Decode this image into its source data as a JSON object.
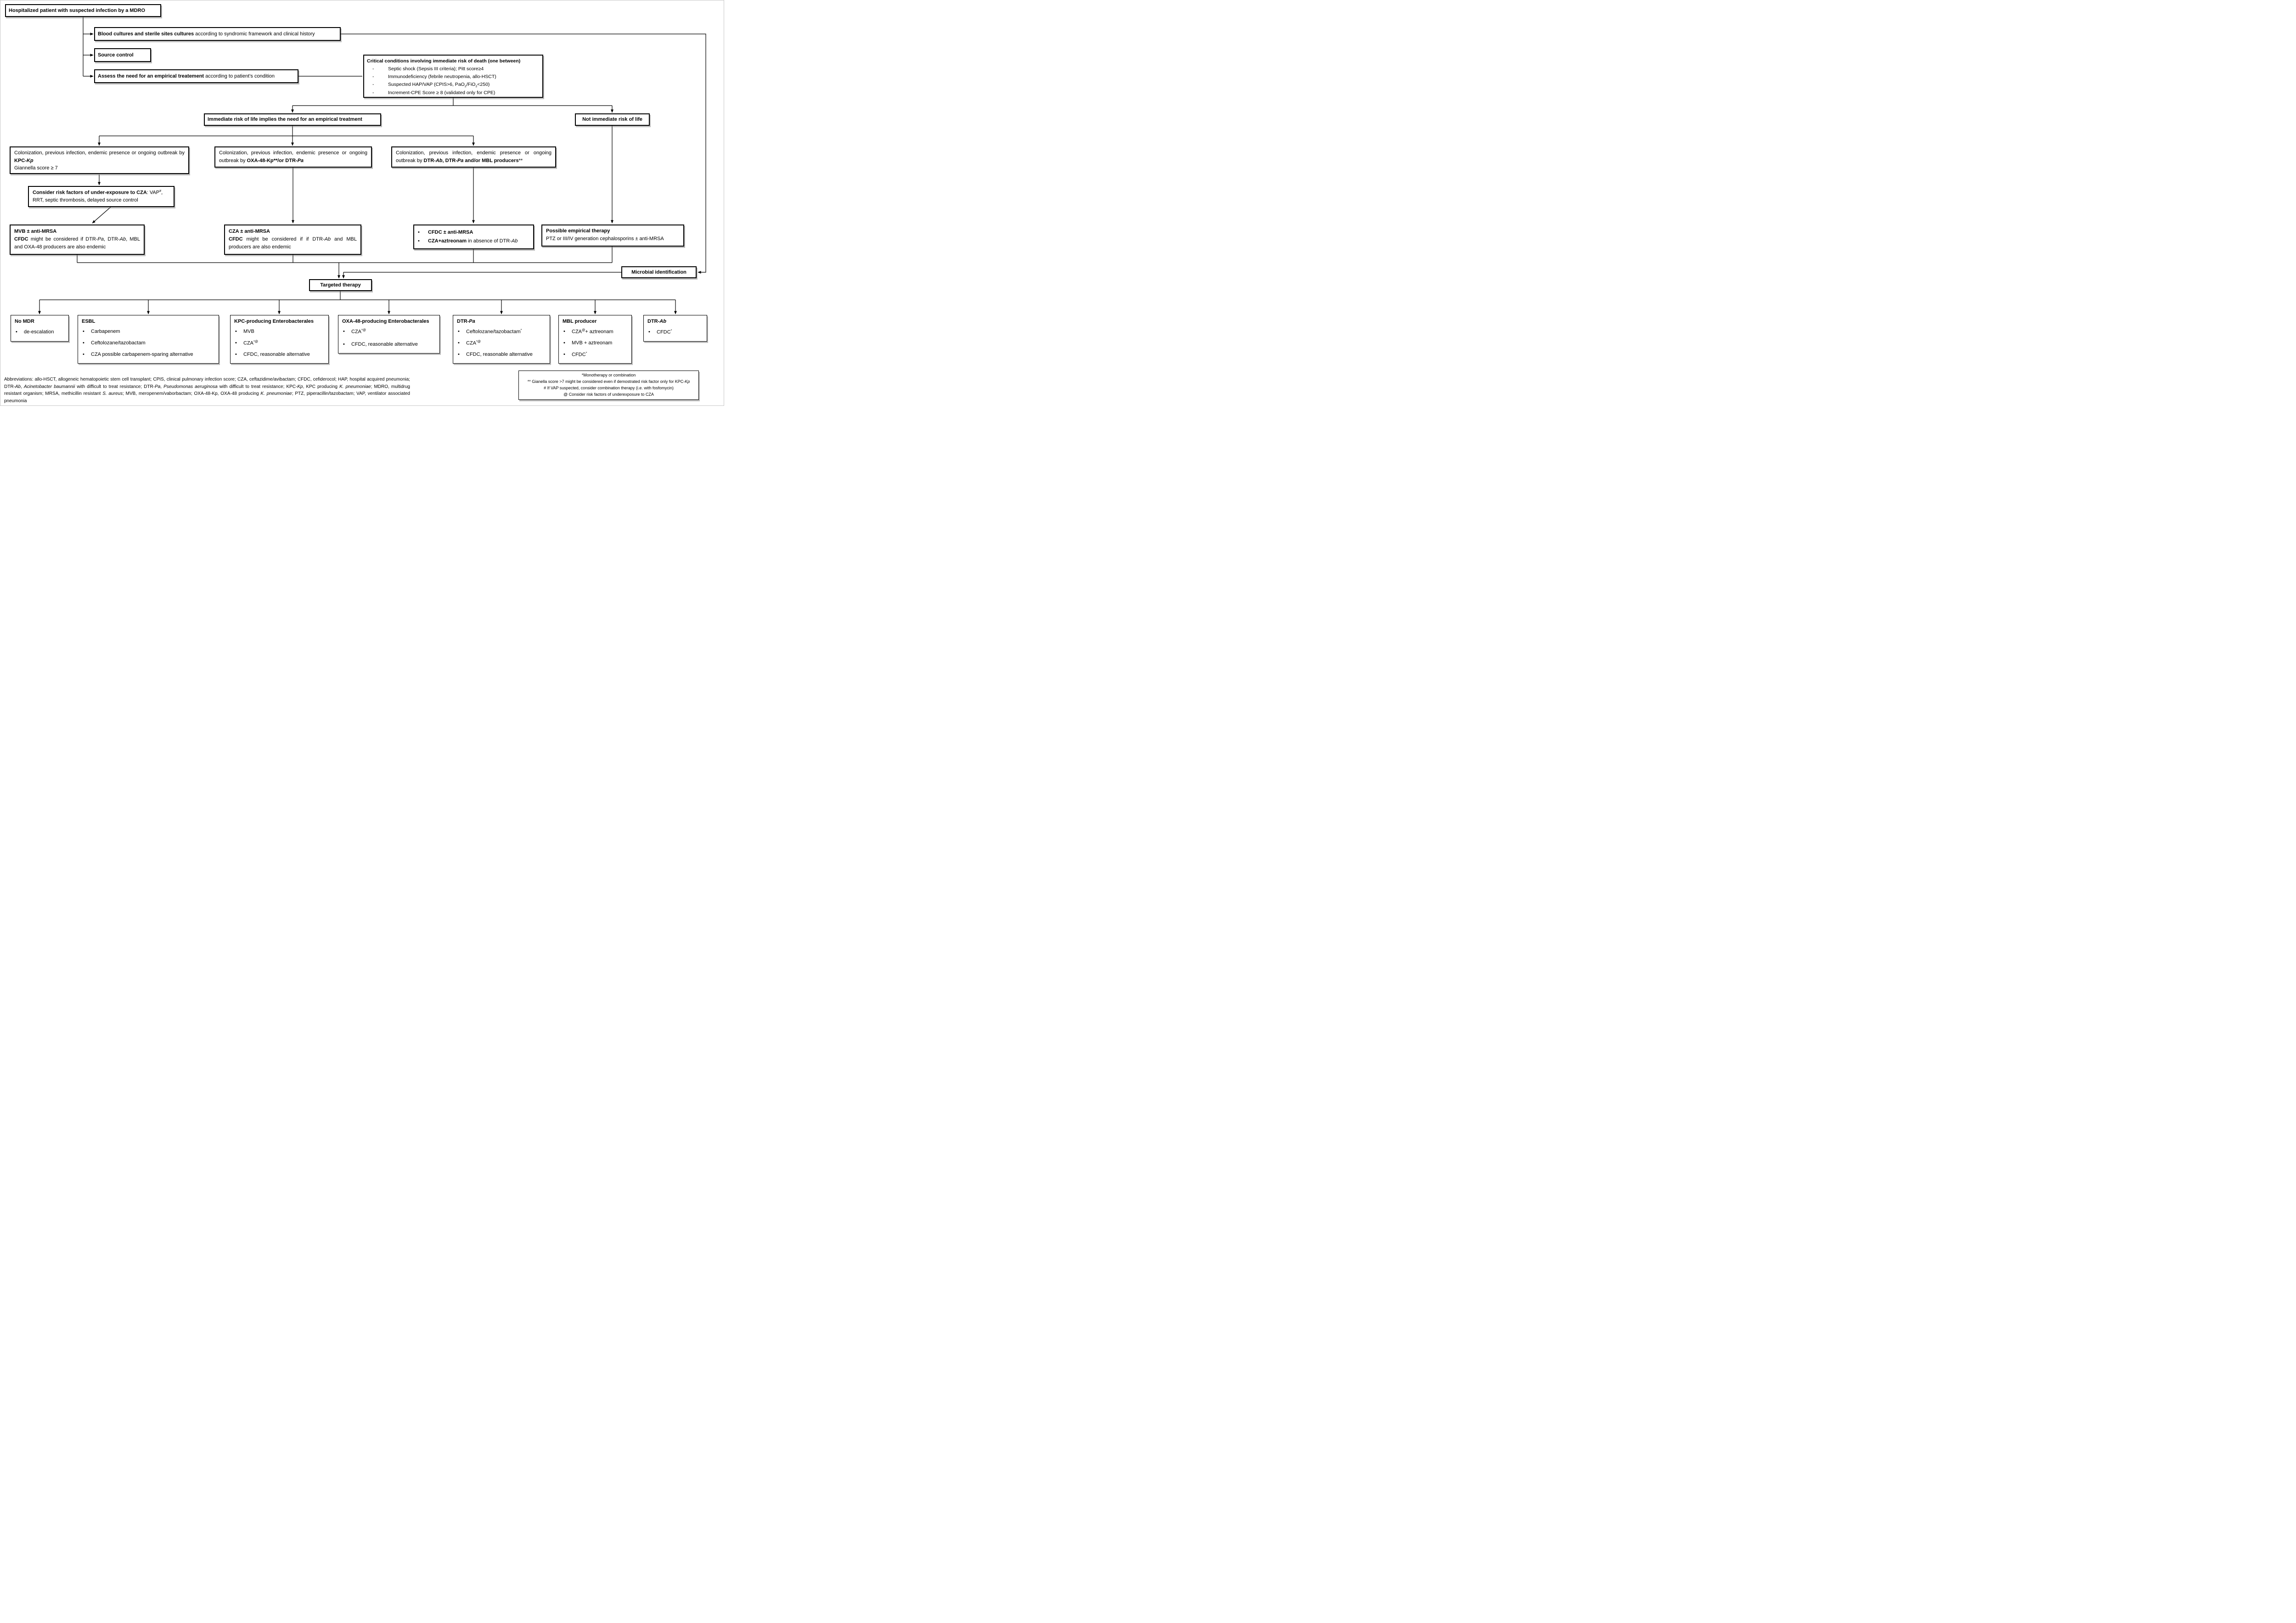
{
  "title": "MDRO empirical and targeted therapy flowchart",
  "colors": {
    "line": "#000000",
    "box_border": "#000000",
    "background": "#ffffff",
    "shadow": "#6e6e6e"
  },
  "nodes": {
    "hospitalized": {
      "text": [
        {
          "t": "Hospitalized patient with suspected infection by a MDRO",
          "b": 1
        }
      ]
    },
    "blood_cultures": {
      "text": [
        {
          "t": "Blood cultures and sterile sites cultures ",
          "b": 1
        },
        {
          "t": "according to syndromic framework and clinical history"
        }
      ]
    },
    "source_control": {
      "text": [
        {
          "t": "Source control",
          "b": 1
        }
      ]
    },
    "assess_need": {
      "text": [
        {
          "t": "Assess the need for an empirical treatement ",
          "b": 1
        },
        {
          "t": "according to patient’s condition"
        }
      ]
    },
    "critical_conditions": {
      "title": [
        {
          "t": "Critical conditions involving immediate risk of death (one between)",
          "b": 1
        }
      ],
      "items": [
        [
          {
            "t": "Septic shock (Sepsis III criteria); Pitt score≥4"
          }
        ],
        [
          {
            "t": "Immunodeficiency (febrile neutropenia, allo-HSCT)"
          }
        ],
        [
          {
            "t": "Suspected HAP/VAP (CPIS>6, PaO"
          },
          {
            "t": "2",
            "sub": 1
          },
          {
            "t": "/FiO"
          },
          {
            "t": "2",
            "sub": 1
          },
          {
            "t": "<250)"
          }
        ],
        [
          {
            "t": "Increment-CPE Score ≥ 8 (validated only for CPE)"
          }
        ]
      ]
    },
    "immediate_risk": {
      "text": [
        {
          "t": "Immediate risk of life implies the need for an empirical treatment",
          "b": 1
        }
      ]
    },
    "not_immediate_risk": {
      "text": [
        {
          "t": "Not immediate risk of life",
          "b": 1
        }
      ]
    },
    "colonization_kpc": {
      "text": [
        {
          "t": "Colonization, previous infection, endemic presence or ongoing outbreak by "
        },
        {
          "t": "KPC-",
          "b": 1
        },
        {
          "t": "Kp",
          "b": 1,
          "i": 1
        }
      ],
      "line2": [
        {
          "t": "Giannella score ≥ 7"
        }
      ]
    },
    "colonization_oxa": {
      "text": [
        {
          "t": "Colonization, previous infection, endemic presence or ongoing outbreak by "
        },
        {
          "t": "OXA-48-Kp**/or DTR-",
          "b": 1
        },
        {
          "t": "Pa",
          "b": 1,
          "i": 1
        }
      ]
    },
    "colonization_dtr": {
      "text": [
        {
          "t": "Colonization, previous infection, endemic presence or ongoing outbreak by "
        },
        {
          "t": "DTR-",
          "b": 1
        },
        {
          "t": "Ab",
          "b": 1,
          "i": 1
        },
        {
          "t": ", DTR-",
          "b": 1
        },
        {
          "t": "Pa",
          "b": 1,
          "i": 1
        },
        {
          "t": " and/or MBL producers",
          "b": 1
        },
        {
          "t": "**"
        }
      ]
    },
    "consider_risk": {
      "text": [
        {
          "t": "Consider risk factors of under-exposure to CZA",
          "b": 1
        },
        {
          "t": ": VAP"
        },
        {
          "t": "#",
          "sup": 1
        },
        {
          "t": ", RRT, septic thrombosis, delayed source control"
        }
      ]
    },
    "mvb_therapy": {
      "line1": [
        {
          "t": "MVB ± anti-MRSA",
          "b": 1
        }
      ],
      "line2": [
        {
          "t": "CFDC",
          "b": 1
        },
        {
          "t": " might be considered if DTR-"
        },
        {
          "t": "Pa",
          "i": 1
        },
        {
          "t": ", DTR-"
        },
        {
          "t": "Ab",
          "i": 1
        },
        {
          "t": ", MBL and OXA-48 producers are also endemic"
        }
      ]
    },
    "cza_therapy": {
      "line1": [
        {
          "t": "CZA ± anti-MRSA",
          "b": 1
        }
      ],
      "line2": [
        {
          "t": "CFDC",
          "b": 1
        },
        {
          "t": " might be considered if  if DTR-"
        },
        {
          "t": "Ab",
          "i": 1
        },
        {
          "t": " and MBL producers  are also endemic"
        }
      ]
    },
    "cfdc_therapy": {
      "items": [
        [
          {
            "t": "CFDC ± anti-MRSA",
            "b": 1
          }
        ],
        [
          {
            "t": "CZA+aztreonam",
            "b": 1
          },
          {
            "t": "  in absence of DTR-"
          },
          {
            "t": "Ab",
            "i": 1
          }
        ]
      ]
    },
    "possible_empirical": {
      "line1": [
        {
          "t": "Possible empirical therapy",
          "b": 1
        }
      ],
      "line2": [
        {
          "t": "PTZ or III/IV generation cephalosporins ± anti-MRSA"
        }
      ]
    },
    "microbial_identification": {
      "text": [
        {
          "t": "Microbial identification",
          "b": 1
        }
      ]
    },
    "targeted_therapy": {
      "text": [
        {
          "t": "Targeted therapy",
          "b": 1
        }
      ]
    }
  },
  "bottom_row": [
    {
      "title": [
        {
          "t": "No MDR",
          "b": 1
        }
      ],
      "items": [
        [
          {
            "t": "de-escalation"
          }
        ]
      ]
    },
    {
      "title": [
        {
          "t": "ESBL",
          "b": 1
        }
      ],
      "items": [
        [
          {
            "t": "Carbapenem"
          }
        ],
        [
          {
            "t": "Ceftolozane/tazobactam"
          }
        ],
        [
          {
            "t": "CZA possible carbapenem-sparing alternative"
          }
        ]
      ]
    },
    {
      "title": [
        {
          "t": "KPC-producing Enterobacterales",
          "b": 1
        }
      ],
      "items": [
        [
          {
            "t": "MVB"
          }
        ],
        [
          {
            "t": "CZA"
          },
          {
            "t": "*@",
            "sup": 1
          }
        ],
        [
          {
            "t": "CFDC, reasonable alternative"
          }
        ]
      ]
    },
    {
      "title": [
        {
          "t": "OXA-48-producing Enterobacterales",
          "b": 1
        }
      ],
      "items": [
        [
          {
            "t": "CZA"
          },
          {
            "t": "*@",
            "sup": 1
          }
        ],
        [
          {
            "t": "CFDC, reasonable alternative"
          }
        ]
      ]
    },
    {
      "title": [
        {
          "t": "DTR-",
          "b": 1
        },
        {
          "t": "Pa",
          "b": 1,
          "i": 1
        }
      ],
      "items": [
        [
          {
            "t": "Ceftolozane/tazobactam"
          },
          {
            "t": "*",
            "sup": 1
          }
        ],
        [
          {
            "t": "CZA"
          },
          {
            "t": "*@",
            "sup": 1
          }
        ],
        [
          {
            "t": "CFDC, reasonable alternative"
          }
        ]
      ]
    },
    {
      "title": [
        {
          "t": "MBL producer",
          "b": 1
        }
      ],
      "items": [
        [
          {
            "t": "CZA"
          },
          {
            "t": "@",
            "sup": 1
          },
          {
            "t": "+ aztreonam"
          }
        ],
        [
          {
            "t": "MVB + aztreonam"
          }
        ],
        [
          {
            "t": "CFDC"
          },
          {
            "t": "*",
            "sup": 1
          }
        ]
      ]
    },
    {
      "title": [
        {
          "t": "DTR-",
          "b": 1
        },
        {
          "t": "Ab",
          "b": 1,
          "i": 1
        }
      ],
      "items": [
        [
          {
            "t": "CFDC"
          },
          {
            "t": "*",
            "sup": 1
          }
        ]
      ]
    }
  ],
  "footnotes": {
    "lines": [
      [
        {
          "t": "*Monotherapy or combination"
        }
      ],
      [
        {
          "t": "** Gianella score >7 might be considered even if demostrated risk factor only for KPC-"
        },
        {
          "t": "Kp",
          "i": 1
        }
      ],
      [
        {
          "t": "# If VAP suspected, consider combination therapy (i.e. with  fosfomycin)"
        }
      ],
      [
        {
          "t": "@ Consider risk factors of underexposure to CZA"
        }
      ]
    ]
  },
  "abbreviations": {
    "rich": [
      {
        "t": "Abbreviations: allo-HSCT, allogeneic hematopoietic stem cell transplant; CPIS, clinical pulmonary infection score; CZA, ceftazidime/avibactam; CFDC, cefiderocol; HAP, hospital acquired pneumonia; DTR-"
      },
      {
        "t": "Ab",
        "i": 1
      },
      {
        "t": ", "
      },
      {
        "t": "Acinetobacter baumannii",
        "i": 1
      },
      {
        "t": " with difficult to treat resistance; DTR-"
      },
      {
        "t": "Pa",
        "i": 1
      },
      {
        "t": ", "
      },
      {
        "t": "Pseudomonas aeruginosa",
        "i": 1
      },
      {
        "t": " with difficult to treat resistance; KPC-"
      },
      {
        "t": "Kp",
        "i": 1
      },
      {
        "t": ", KPC producing "
      },
      {
        "t": "K. pneumoniae",
        "i": 1
      },
      {
        "t": "; MDRO, multidrug resistant organism; MRSA, methicillin resistant "
      },
      {
        "t": "S. aureus",
        "i": 1
      },
      {
        "t": "; MVB, meropenem/vaborbactam; OXA-48-Kp, OXA-48 producing "
      },
      {
        "t": "K. pneumoniae",
        "i": 1
      },
      {
        "t": "; PTZ, piperacillin/tazobactam; VAP, ventilator associated pneumonia"
      }
    ]
  }
}
